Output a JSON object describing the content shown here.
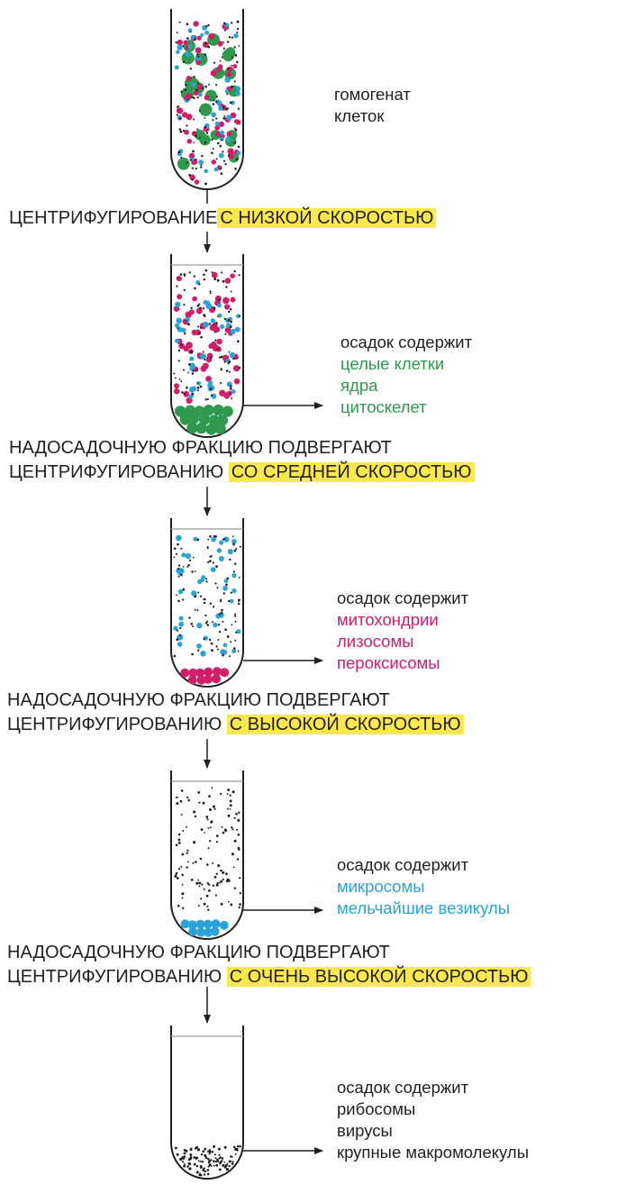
{
  "colors": {
    "green": "#2f9a4e",
    "pink": "#d11e6a",
    "blue": "#2aa3d9",
    "highlight": "#fbe84e",
    "ink": "#231f20"
  },
  "tube1_label": {
    "line1": "гомогенат",
    "line2": "клеток"
  },
  "step1": {
    "text": "ЦЕНТРИФУГИРОВАНИЕ",
    "highlight": "С НИЗКОЙ СКОРОСТЬЮ"
  },
  "tube2_label": {
    "header": "осадок содержит",
    "items": [
      "целые клетки",
      "ядра",
      "цитоскелет"
    ]
  },
  "step2": {
    "line1": "НАДОСАДОЧНУЮ ФРАКЦИЮ ПОДВЕРГАЮТ",
    "line2": "ЦЕНТРИФУГИРОВАНИЮ",
    "highlight": "СО СРЕДНЕЙ СКОРОСТЬЮ"
  },
  "tube3_label": {
    "header": "осадок содержит",
    "items": [
      "митохондрии",
      "лизосомы",
      "пероксисомы"
    ]
  },
  "step3": {
    "line1": "НАДОСАДОЧНУЮ ФРАКЦИЮ ПОДВЕРГАЮТ",
    "line2": "ЦЕНТРИФУГИРОВАНИЮ",
    "highlight": "С ВЫСОКОЙ СКОРОСТЬЮ"
  },
  "tube4_label": {
    "header": "осадок содержит",
    "items": [
      "микросомы",
      "мельчайшие везикулы"
    ]
  },
  "step4": {
    "line1": "НАДОСАДОЧНУЮ ФРАКЦИЮ ПОДВЕРГАЮТ",
    "line2": "ЦЕНТРИФУГИРОВАНИЮ",
    "highlight": "С ОЧЕНЬ ВЫСОКОЙ СКОРОСТЬЮ"
  },
  "tube5_label": {
    "header": "осадок содержит",
    "items": [
      "рибосомы",
      "вирусы",
      "крупные макромолекулы"
    ]
  }
}
